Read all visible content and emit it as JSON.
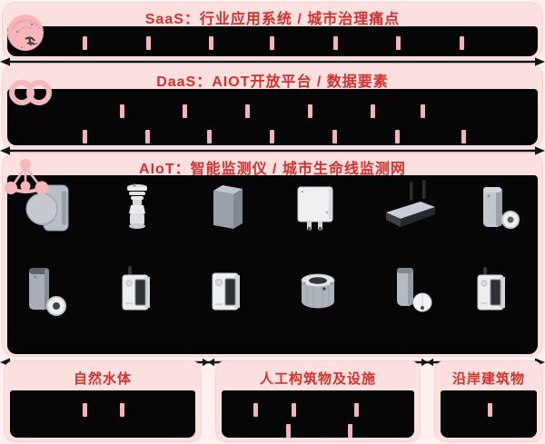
{
  "colors": {
    "page_bg": "#fdf0ef",
    "container_pink": "#fcdfdf",
    "accent_red": "#d2322d",
    "panel_black": "#060606",
    "tick_pink": "#f2b4b8",
    "logo_pink": "#f5b7bb"
  },
  "layers": [
    {
      "id": "saas",
      "title": "SaaS：行业应用系统 / 城市治理痛点",
      "icon": "fingerprint-circle-logo",
      "tick_count": 7
    },
    {
      "id": "daas",
      "title": "DaaS：AIOT开放平台 / 数据要素",
      "icon": "double-ring-logo",
      "tick_rows": [
        6,
        7
      ]
    },
    {
      "id": "aiot",
      "title": "AIoT：智能监测仪 / 城市生命线监测网",
      "icon": "network-triangle-logo",
      "devices": [
        "radar-level-sensor-image",
        "weather-station-image",
        "monitoring-cabinet-image",
        "wall-controller-image",
        "wireless-gateway-image",
        "tower-station-with-ring-sensor-image",
        "tower-station-with-ring-sensor-2-image",
        "telemetry-terminal-antenna-image",
        "telemetry-terminal-knob-image",
        "manhole-cover-sensor-image",
        "float-level-station-image",
        "telemetry-terminal-2-image"
      ]
    }
  ],
  "connectors": {
    "style": "double-headed-horizontal-arrow",
    "count": 3
  },
  "bottom_boxes": [
    {
      "label": "自然水体",
      "tick_count": 2
    },
    {
      "label": "人工构筑物及设施",
      "tick_count": 5
    },
    {
      "label": "沿岸建筑物",
      "tick_count": 1
    }
  ]
}
